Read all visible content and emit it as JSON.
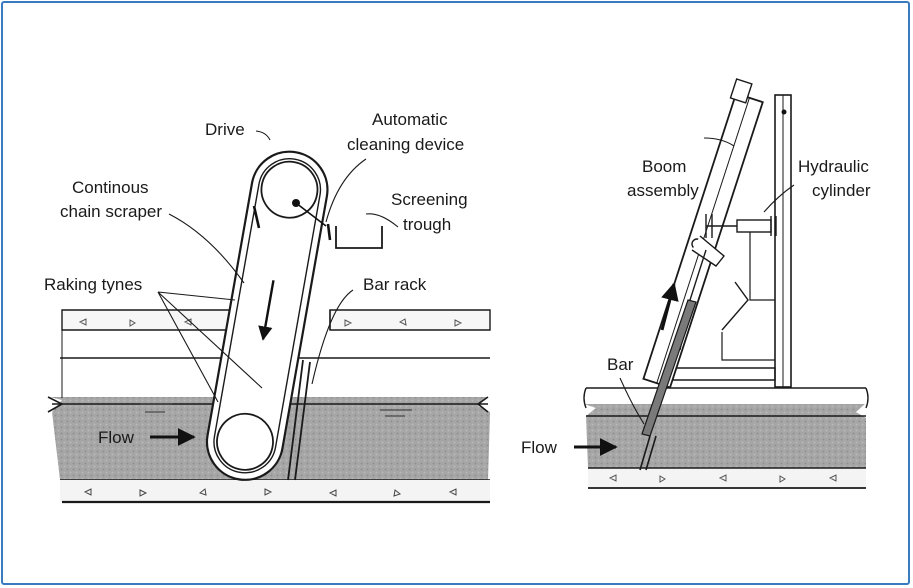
{
  "left_diagram": {
    "drive": "Drive",
    "automatic_line1": "Automatic",
    "automatic_line2": "cleaning device",
    "continous_line1": "Continous",
    "continous_line2": "chain scraper",
    "screening_line1": "Screening",
    "screening_line2": "trough",
    "raking_tynes": "Raking tynes",
    "bar_rack": "Bar rack",
    "flow": "Flow"
  },
  "right_diagram": {
    "boom_line1": "Boom",
    "boom_line2": "assembly",
    "hydraulic_line1": "Hydraulic",
    "hydraulic_line2": "cylinder",
    "bar": "Bar",
    "flow": "Flow"
  },
  "colors": {
    "frame_border": "#3a7bbf",
    "water": "#a8a8a8",
    "line": "#1a1a1a"
  }
}
